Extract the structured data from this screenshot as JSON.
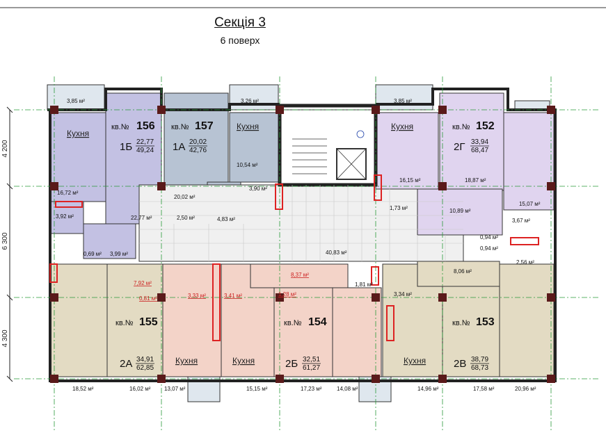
{
  "header": {
    "title": "Секція 3",
    "subtitle": "6 поверх"
  },
  "dimensions": [
    "4 200",
    "6 300",
    "4 300"
  ],
  "kitchen_label": "Кухня",
  "apartments": [
    {
      "id": "156",
      "prefix": "кв.№",
      "type": "1Б",
      "living": "22,77",
      "total": "49,24"
    },
    {
      "id": "157",
      "prefix": "кв.№",
      "type": "1А",
      "living": "20,02",
      "total": "42,76"
    },
    {
      "id": "152",
      "prefix": "кв.№",
      "type": "2Г",
      "living": "33,94",
      "total": "68,47"
    },
    {
      "id": "155",
      "prefix": "кв.№",
      "type": "2А",
      "living": "34,91",
      "total": "62,85"
    },
    {
      "id": "154",
      "prefix": "кв.№",
      "type": "2Б",
      "living": "32,51",
      "total": "61,27"
    },
    {
      "id": "153",
      "prefix": "кв.№",
      "type": "2В",
      "living": "38,79",
      "total": "68,73"
    }
  ],
  "areas": [
    "3,85 м²",
    "3,26 м²",
    "3,85 м²",
    "16,72 м²",
    "22,77 м²",
    "20,02 м²",
    "10,54 м²",
    "16,15 м²",
    "18,87 м²",
    "15,07 м²",
    "3,90 м²",
    "2,50 м²",
    "4,83 м²",
    "1,73 м²",
    "10,89 м²",
    "3,67 м²",
    "3,92 м²",
    "0,69 м²",
    "3,99 м²",
    "40,83 м²",
    "0,94 м²",
    "0,94 м²",
    "2,56 м²",
    "7,92 м²",
    "8,37 м²",
    "8,06 м²",
    "0,81 м²",
    "3,33 м²",
    "3,41 м²",
    "1,28 м²",
    "1,81 м²",
    "3,34 м²",
    "18,52 м²",
    "16,02 м²",
    "13,07 м²",
    "15,15 м²",
    "17,23 м²",
    "14,08 м²",
    "14,96 м²",
    "17,58 м²",
    "20,96 м²"
  ]
}
